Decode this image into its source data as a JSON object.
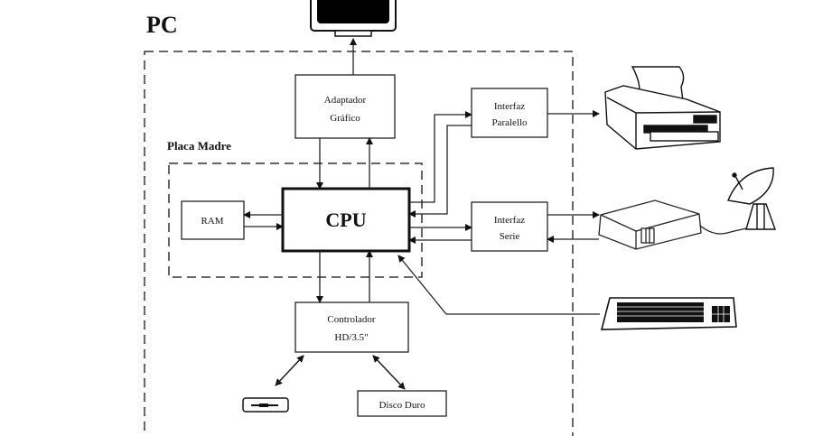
{
  "diagram": {
    "title": "PC",
    "motherboard_label": "Placa Madre",
    "cpu_label": "CPU",
    "ram_label": "RAM",
    "graphics_adapter": [
      "Adaptador",
      "Gráfico"
    ],
    "parallel_interface": [
      "Interfaz",
      "Paralello"
    ],
    "serial_interface": [
      "Interfaz",
      "Serie"
    ],
    "disk_controller": [
      "Controlador",
      "HD/3.5\""
    ],
    "hard_disk_label": "Disco Duro",
    "external_devices": [
      "monitor",
      "printer",
      "modem",
      "satellite-dish",
      "keyboard",
      "floppy-drive"
    ]
  }
}
